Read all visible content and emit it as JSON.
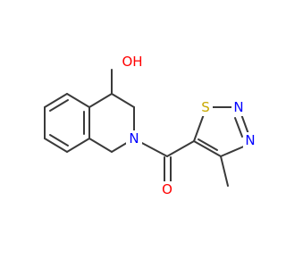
{
  "molecule": {
    "colors": {
      "bond": "#3a3a3a",
      "oxygen": "#ff0000",
      "nitrogen": "#0000ff",
      "sulfur": "#c8a800"
    },
    "atoms": {
      "hydroxyl": "OH",
      "ring_nitrogen": "N",
      "carbonyl_oxygen": "O",
      "thiadiazole_sulfur": "S",
      "thiadiazole_nitrogen_1": "N",
      "thiadiazole_nitrogen_2": "N"
    }
  }
}
